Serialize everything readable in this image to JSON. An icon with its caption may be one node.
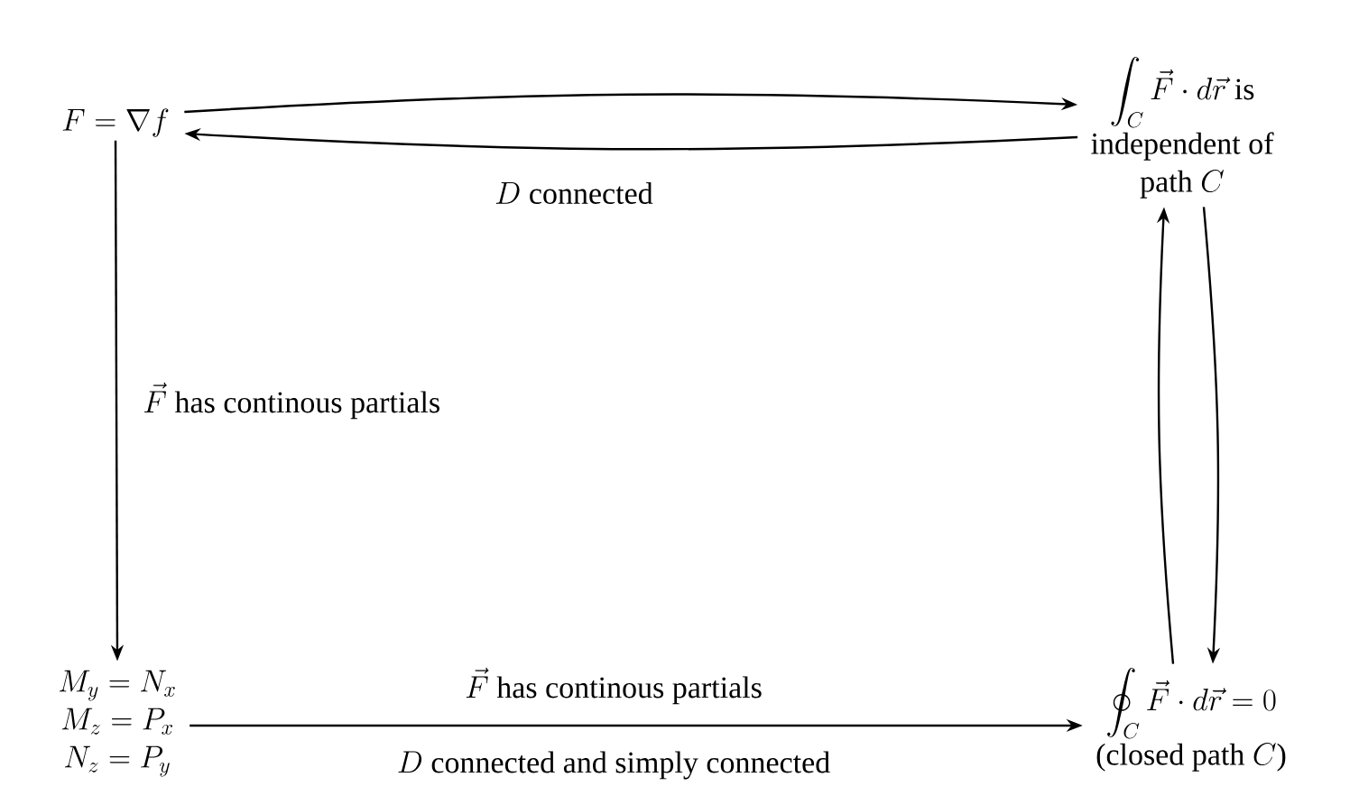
{
  "diagram": {
    "nodes": [
      {
        "text": [
          "F = \\nabla f"
        ]
      },
      {
        "text": [
          "\\begin{array}{c}\\displaystyle\\int_C \\vec{F}\\cdot d\\vec{r}\\text{ is}\\\\ \\text{independent of}\\\\ \\text{path } C\\end{array}"
        ]
      },
      {
        "text": [
          "\\begin{array}{c}M_y = N_x\\\\ M_z = P_x\\\\ N_z = P_y\\end{array}"
        ]
      },
      {
        "text": [
          "\\begin{array}{c}\\displaystyle\\oint_C \\vec{F}\\cdot d\\vec{r} = 0\\\\ \\text{(closed path } C\\text{)}\\end{array}"
        ]
      }
    ],
    "edges": [
      {
        "from": 0,
        "to": 1,
        "arrow": "to"
      },
      {
        "from": 1,
        "to": 0,
        "arrow": "to",
        "label": "D\\text{ connected}"
      },
      {
        "from": 0,
        "to": 2,
        "arrow": "to",
        "label": "\\vec{F}\\text{ has continous partials}"
      },
      {
        "from": 2,
        "to": 3,
        "arrow": "to",
        "label": "\\vec{F}\\text{ has continous partials}"
      },
      {
        "from": 3,
        "to": 1,
        "arrow": "to"
      },
      {
        "from": 1,
        "to": 3,
        "arrow": "to"
      }
    ],
    "labels": [
      "D\\text{ connected and simply connected}"
    ]
  }
}
